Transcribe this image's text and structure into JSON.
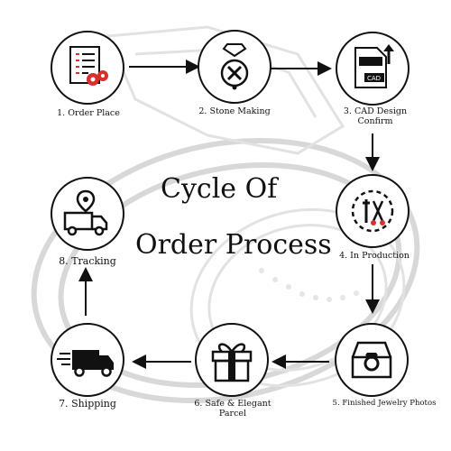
{
  "title": {
    "line1": "Cycle Of",
    "line2": "Order Process"
  },
  "steps": [
    {
      "number": "1.",
      "label": "Order Place",
      "icon": "checklist-gears-icon"
    },
    {
      "number": "2.",
      "label": "Stone Making",
      "icon": "diamond-tools-icon"
    },
    {
      "number": "3.",
      "label": "CAD Design",
      "label2": "Confirm",
      "icon": "cad-file-upload-icon"
    },
    {
      "number": "4.",
      "label": "In Production",
      "icon": "chain-tools-icon"
    },
    {
      "number": "5.",
      "label": "Finished Jewelry Photos",
      "icon": "ring-box-icon"
    },
    {
      "number": "6.",
      "label": "Safe & Elegant",
      "label2": "Parcel",
      "icon": "gift-box-icon"
    },
    {
      "number": "7.",
      "label": "Shipping",
      "icon": "delivery-truck-icon"
    },
    {
      "number": "8.",
      "label": "Tracking",
      "icon": "tracking-truck-icon"
    }
  ],
  "colors": {
    "stroke": "#111111",
    "accent": "#d9302c",
    "background_sketch": "#d4d4d4"
  }
}
